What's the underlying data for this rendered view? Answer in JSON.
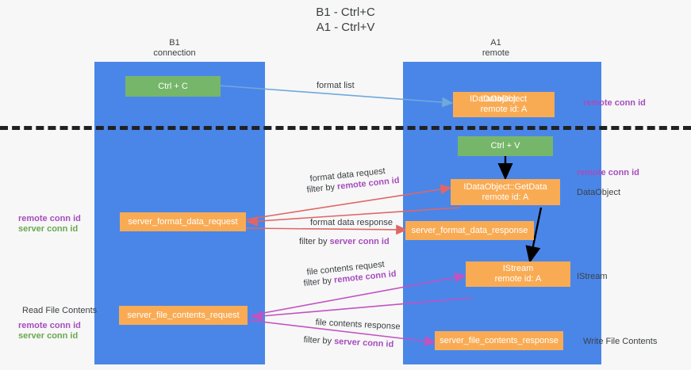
{
  "title": "B1 - Ctrl+C\nA1 - Ctrl+V",
  "columns": {
    "left": "B1\nconnection",
    "right": "A1\nremote"
  },
  "boxes": {
    "ctrl_c": "Ctrl + C",
    "idataobject_top": "IDataObject\nremote id: A",
    "idataobject_top_overlay": "IDataObject",
    "ctrl_v": "Ctrl + V",
    "getdata": "IDataObject::GetData\nremote id: A",
    "server_format_data_request": "server_format_data_request",
    "server_format_data_response": "server_format_data_response",
    "istream": "IStream\nremote id: A",
    "server_file_contents_request": "server_file_contents_request",
    "server_file_contents_response": "server_file_contents_response"
  },
  "arrows": {
    "format_list": "format list",
    "format_data_request": "format data request",
    "format_data_request_filter_pre": "filter by ",
    "format_data_request_filter_key": "remote conn id",
    "format_data_response": "format data response",
    "format_data_response_filter_pre": "filter by ",
    "format_data_response_filter_key": "server conn id",
    "file_contents_request": "file contents request",
    "file_contents_request_filter_pre": "filter by ",
    "file_contents_request_filter_key": "remote conn id",
    "file_contents_response": "file contents response",
    "file_contents_response_filter_pre": "filter by ",
    "file_contents_response_filter_key": "server conn id"
  },
  "side_labels": {
    "right_remote_conn_id_top": "remote conn id",
    "right_remote_conn_id_mid": "remote conn id",
    "right_dataobject": "DataObject",
    "right_istream": "IStream",
    "right_write_file_contents": "Write File Contents",
    "left_remote_conn_id_mid": "remote conn id",
    "left_server_conn_id_mid": "server conn id",
    "left_read_file_contents": "Read File Contents",
    "left_remote_conn_id_bot": "remote conn id",
    "left_server_conn_id_bot": "server conn id"
  },
  "colors": {
    "lane": "#4a86e8",
    "green_box": "#76b66a",
    "orange_box": "#f9ab54",
    "purple_text": "#a64dbd",
    "green_text": "#6aa84f",
    "arrow_blue": "#6fa8dc",
    "arrow_red": "#e06666",
    "arrow_magenta": "#c153c1",
    "arrow_black": "#000000",
    "divider": "#202124",
    "background": "#f7f7f7"
  }
}
